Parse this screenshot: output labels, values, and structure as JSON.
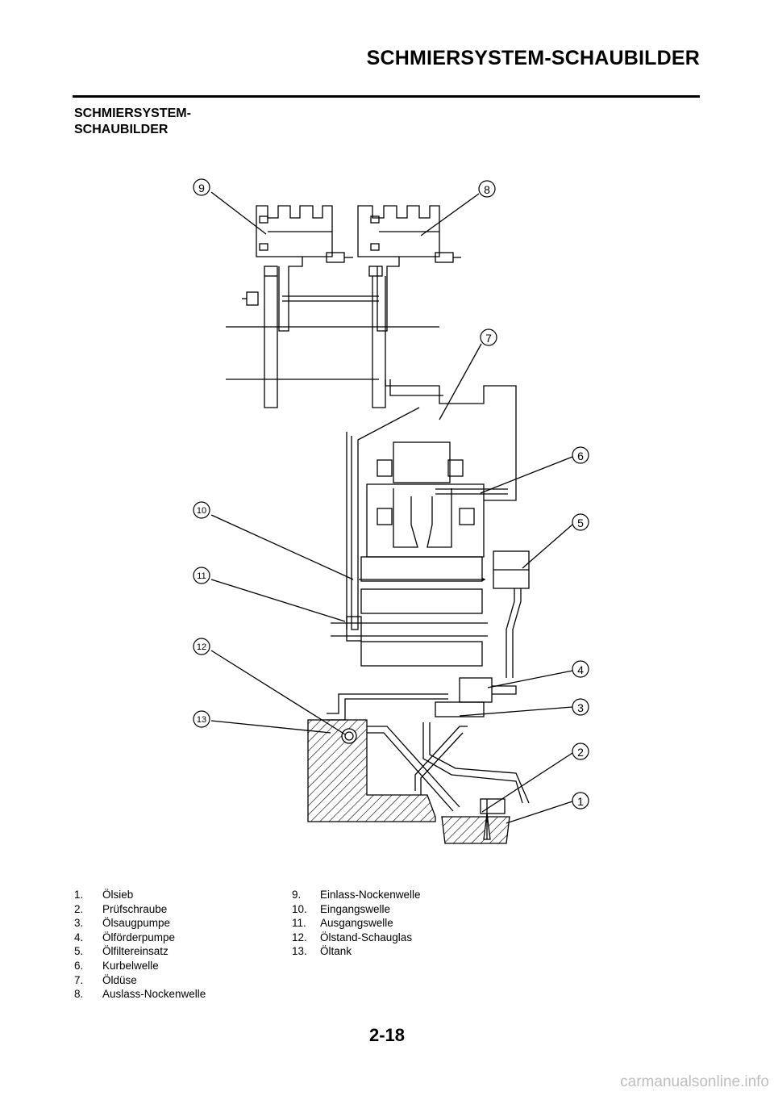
{
  "header": {
    "title": "SCHMIERSYSTEM-SCHAUBILDER"
  },
  "section": {
    "title_line1": "SCHMIERSYSTEM-",
    "title_line2": "SCHAUBILDER"
  },
  "callouts": {
    "c1": "1",
    "c2": "2",
    "c3": "3",
    "c4": "4",
    "c5": "5",
    "c6": "6",
    "c7": "7",
    "c8": "8",
    "c9": "9",
    "c10": "10",
    "c11": "11",
    "c12": "12",
    "c13": "13"
  },
  "legend": {
    "col1": [
      {
        "num": "1.",
        "label": "Ölsieb"
      },
      {
        "num": "2.",
        "label": "Prüfschraube"
      },
      {
        "num": "3.",
        "label": "Ölsaugpumpe"
      },
      {
        "num": "4.",
        "label": "Ölförderpumpe"
      },
      {
        "num": "5.",
        "label": "Ölfiltereinsatz"
      },
      {
        "num": "6.",
        "label": "Kurbelwelle"
      },
      {
        "num": "7.",
        "label": "Öldüse"
      },
      {
        "num": "8.",
        "label": "Auslass-Nockenwelle"
      }
    ],
    "col2": [
      {
        "num": "9.",
        "label": "Einlass-Nockenwelle"
      },
      {
        "num": "10.",
        "label": "Eingangswelle"
      },
      {
        "num": "11.",
        "label": "Ausgangswelle"
      },
      {
        "num": "12.",
        "label": "Ölstand-Schauglas"
      },
      {
        "num": "13.",
        "label": "Öltank"
      }
    ]
  },
  "page_number": "2-18",
  "watermark": {
    "text": "carmanualsonline.info"
  }
}
